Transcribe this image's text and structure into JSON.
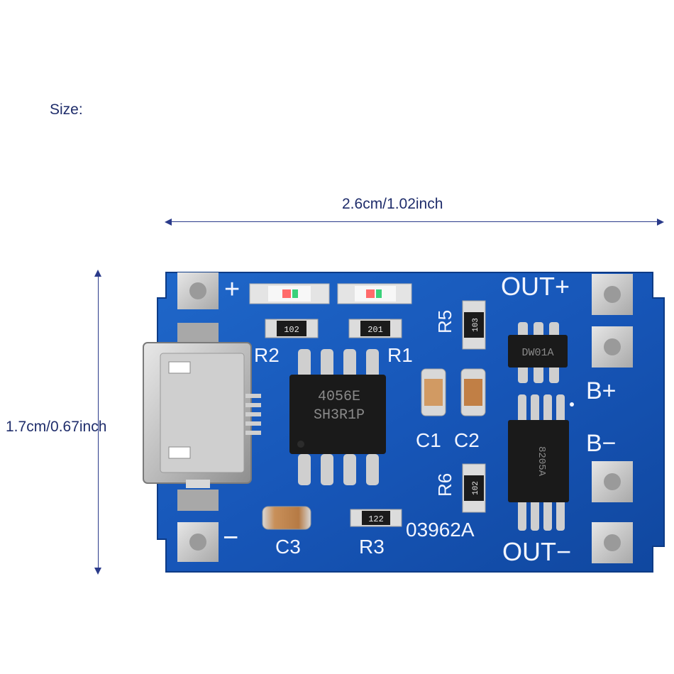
{
  "captions": {
    "size": "Size:",
    "width": "2.6cm/1.02inch",
    "height": "1.7cm/0.67inch"
  },
  "board": {
    "pcb_color": "#1756b8",
    "silkscreen": {
      "plus": "+",
      "minus": "−",
      "out_plus": "OUT+",
      "out_minus": "OUT−",
      "b_plus": "B+",
      "b_minus": "B−",
      "r1": "R1",
      "r2": "R2",
      "r3": "R3",
      "r5": "R5",
      "r6": "R6",
      "c1": "C1",
      "c2": "C2",
      "c3": "C3",
      "code": "03962A"
    },
    "components": {
      "r1_marking": "201",
      "r2_marking": "102",
      "r3_marking": "122",
      "r5_marking": "103",
      "r6_marking": "102",
      "main_ic_line1": "4056E",
      "main_ic_line2": "SH3R1P",
      "protection_ic": "DW01A",
      "mosfet_ic": "8205A"
    }
  }
}
